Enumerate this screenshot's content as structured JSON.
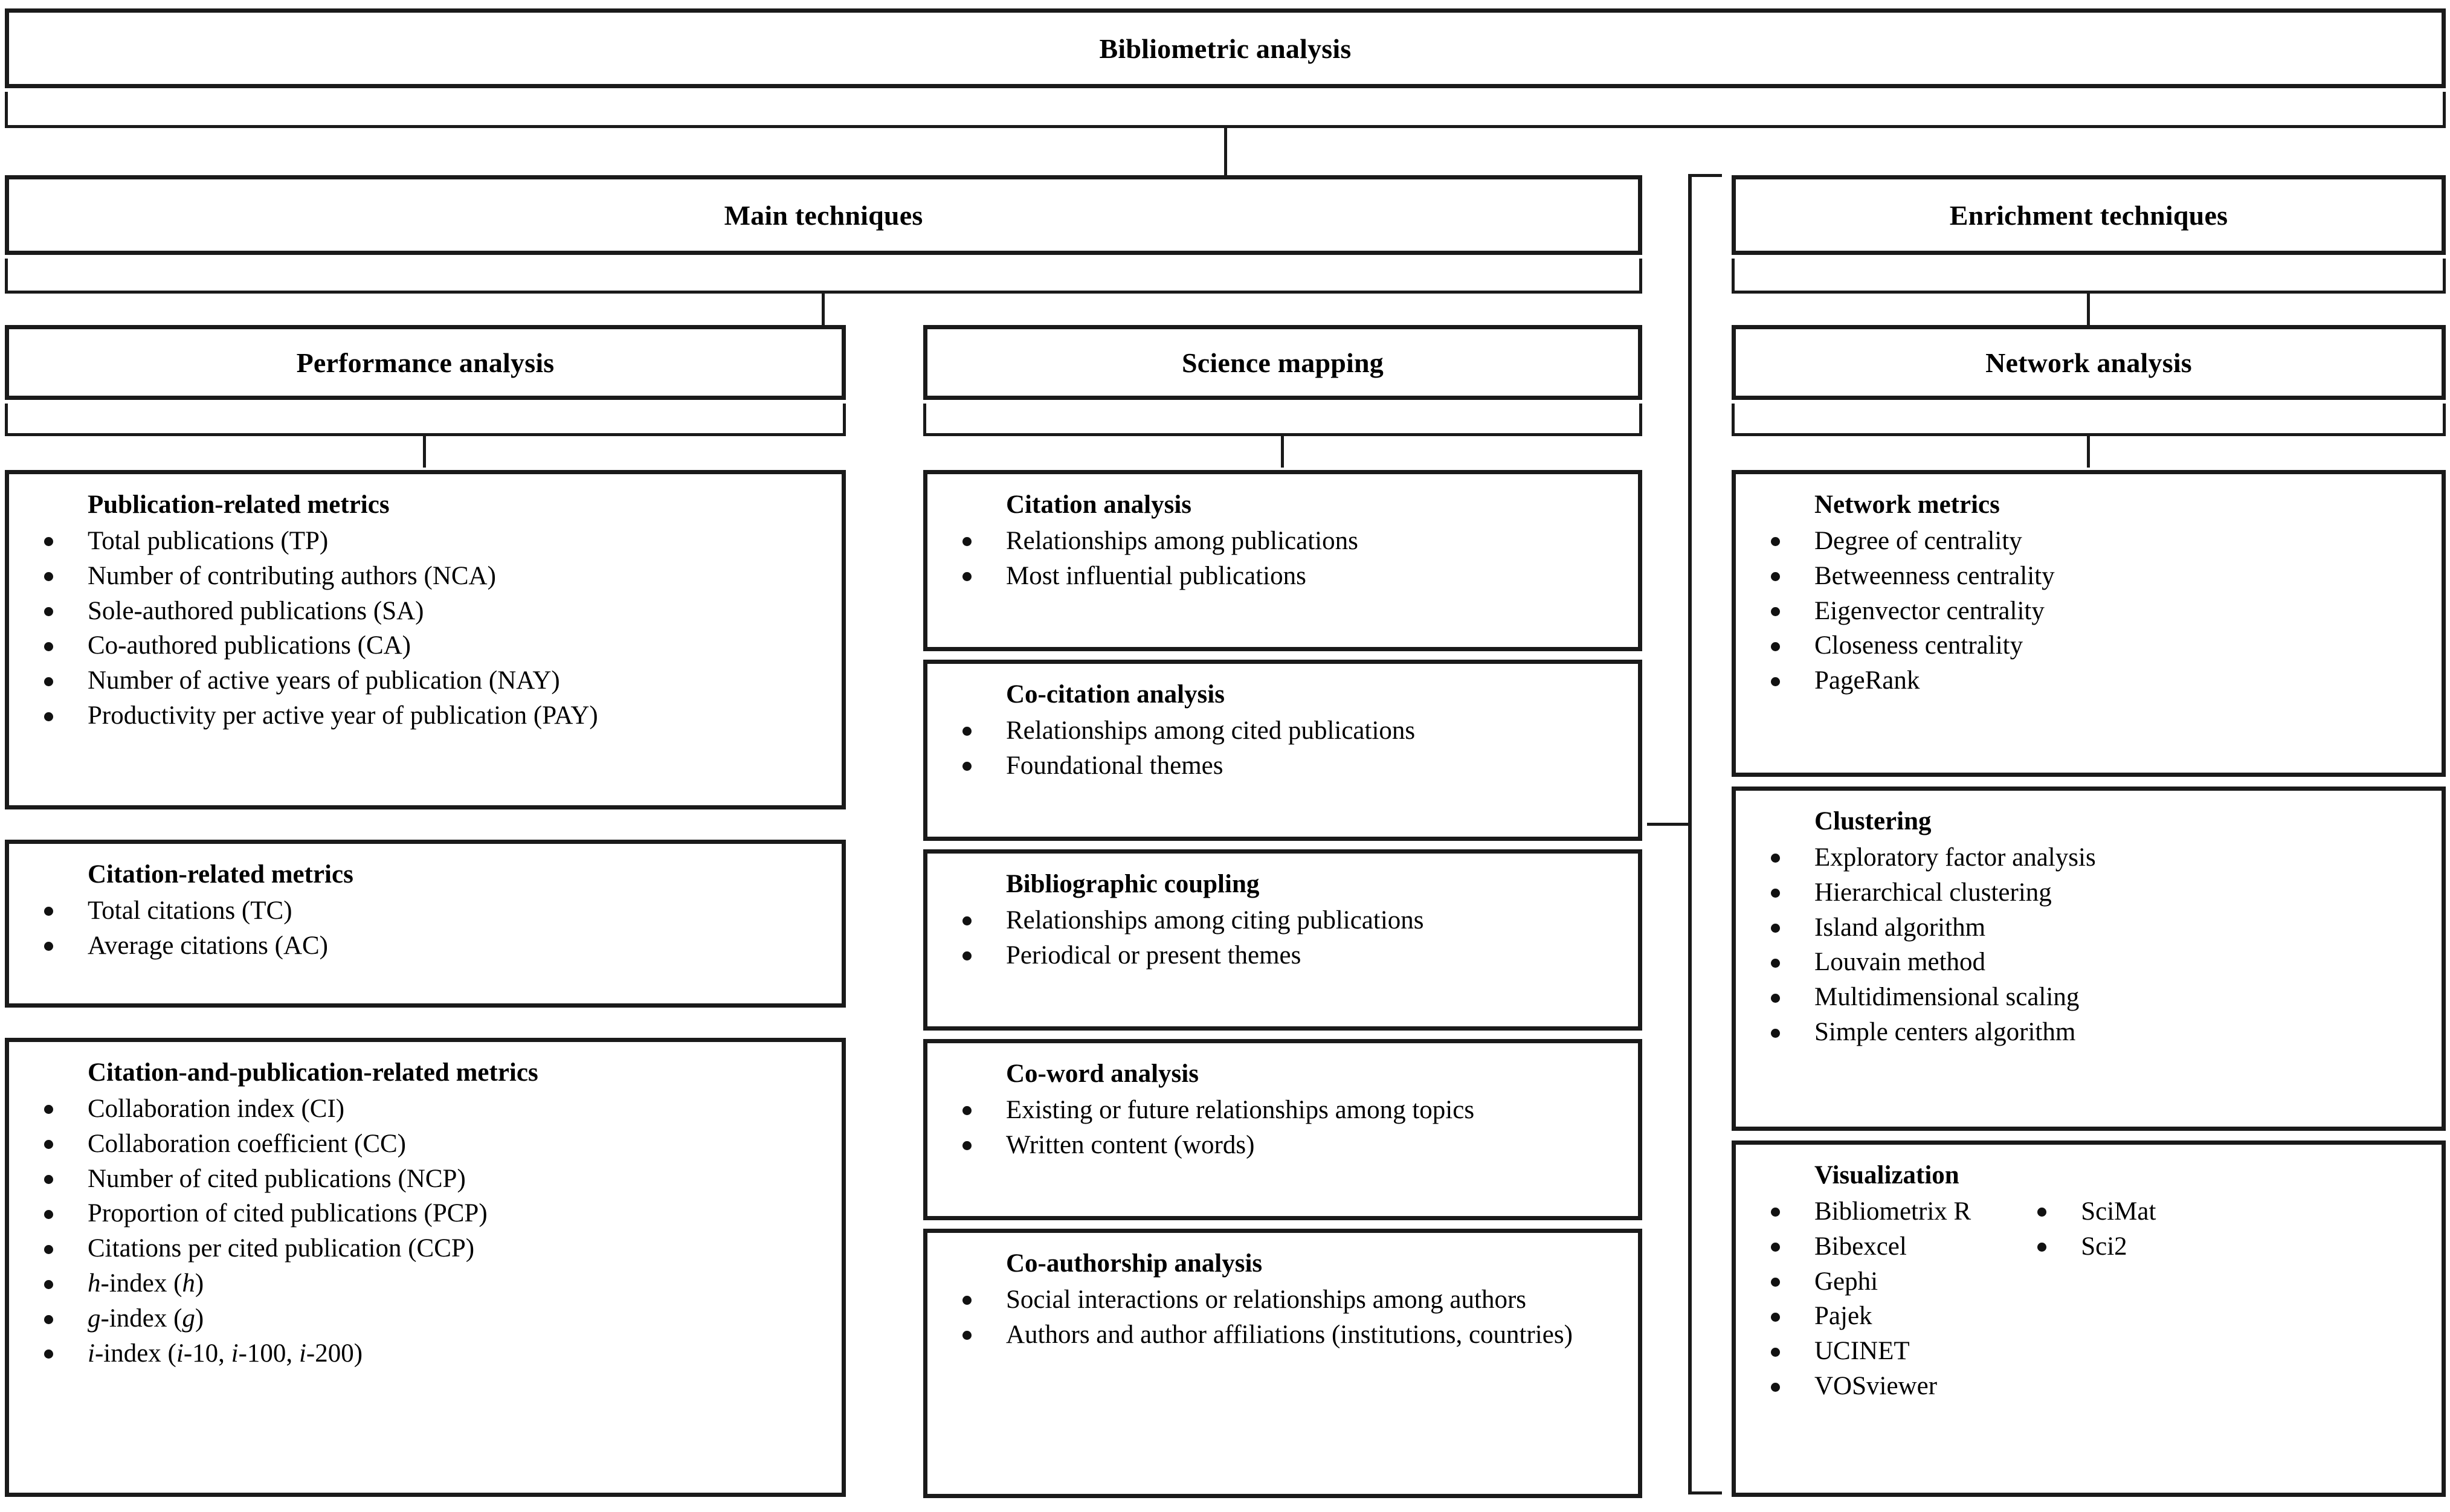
{
  "root": {
    "label": "Bibliometric analysis"
  },
  "level2": [
    {
      "label": "Main techniques"
    },
    {
      "label": "Enrichment techniques"
    }
  ],
  "level3": [
    {
      "label": "Performance analysis"
    },
    {
      "label": "Science mapping"
    },
    {
      "label": "Network analysis"
    }
  ],
  "performance_analysis": [
    {
      "title": "Publication-related metrics",
      "items": [
        "Total publications (TP)",
        "Number of contributing authors (NCA)",
        "Sole-authored publications (SA)",
        "Co-authored publications (CA)",
        "Number of active years of publication (NAY)",
        "Productivity per active year of publication (PAY)"
      ]
    },
    {
      "title": "Citation-related metrics",
      "items": [
        "Total citations (TC)",
        "Average citations (AC)"
      ]
    },
    {
      "title": "Citation-and-publication-related metrics",
      "items": [
        "Collaboration index (CI)",
        "Collaboration coefficient (CC)",
        "Number of cited publications (NCP)",
        "Proportion of cited publications (PCP)",
        "Citations per cited publication (CCP)",
        "h-index (h)",
        "g-index (g)",
        "i-index (i-10, i-100, i-200)"
      ],
      "italic_items": [
        {
          "index": 5,
          "html": "<i>h</i>-index (<i>h</i>)"
        },
        {
          "index": 6,
          "html": "<i>g</i>-index (<i>g</i>)"
        },
        {
          "index": 7,
          "html": "<i>i</i>-index (<i>i</i>-10, <i>i</i>-100, <i>i</i>-200)"
        }
      ]
    }
  ],
  "science_mapping": [
    {
      "title": "Citation analysis",
      "items": [
        "Relationships among publications",
        "Most influential publications"
      ]
    },
    {
      "title": "Co-citation analysis",
      "items": [
        "Relationships among cited publications",
        "Foundational themes"
      ]
    },
    {
      "title": "Bibliographic coupling",
      "items": [
        "Relationships among citing publications",
        "Periodical or present themes"
      ]
    },
    {
      "title": "Co-word analysis",
      "items": [
        "Existing or future relationships among topics",
        "Written content (words)"
      ]
    },
    {
      "title": "Co-authorship analysis",
      "items": [
        "Social interactions or relationships among authors",
        "Authors and author affiliations (institutions, countries)"
      ]
    }
  ],
  "network_analysis": [
    {
      "title": "Network metrics",
      "items": [
        "Degree of centrality",
        "Betweenness centrality",
        "Eigenvector centrality",
        "Closeness centrality",
        "PageRank"
      ]
    },
    {
      "title": "Clustering",
      "items": [
        "Exploratory factor analysis",
        "Hierarchical clustering",
        "Island algorithm",
        "Louvain method",
        "Multidimensional scaling",
        "Simple centers algorithm"
      ]
    },
    {
      "title": "Visualization",
      "column_a": [
        "Bibliometrix R",
        "Bibexcel",
        "Gephi",
        "Pajek",
        "UCINET",
        "VOSviewer"
      ],
      "column_b": [
        "SciMat",
        "Sci2"
      ]
    }
  ],
  "colors": {
    "line": "#1a1a1a",
    "background": "#ffffff",
    "text": "#000000"
  }
}
